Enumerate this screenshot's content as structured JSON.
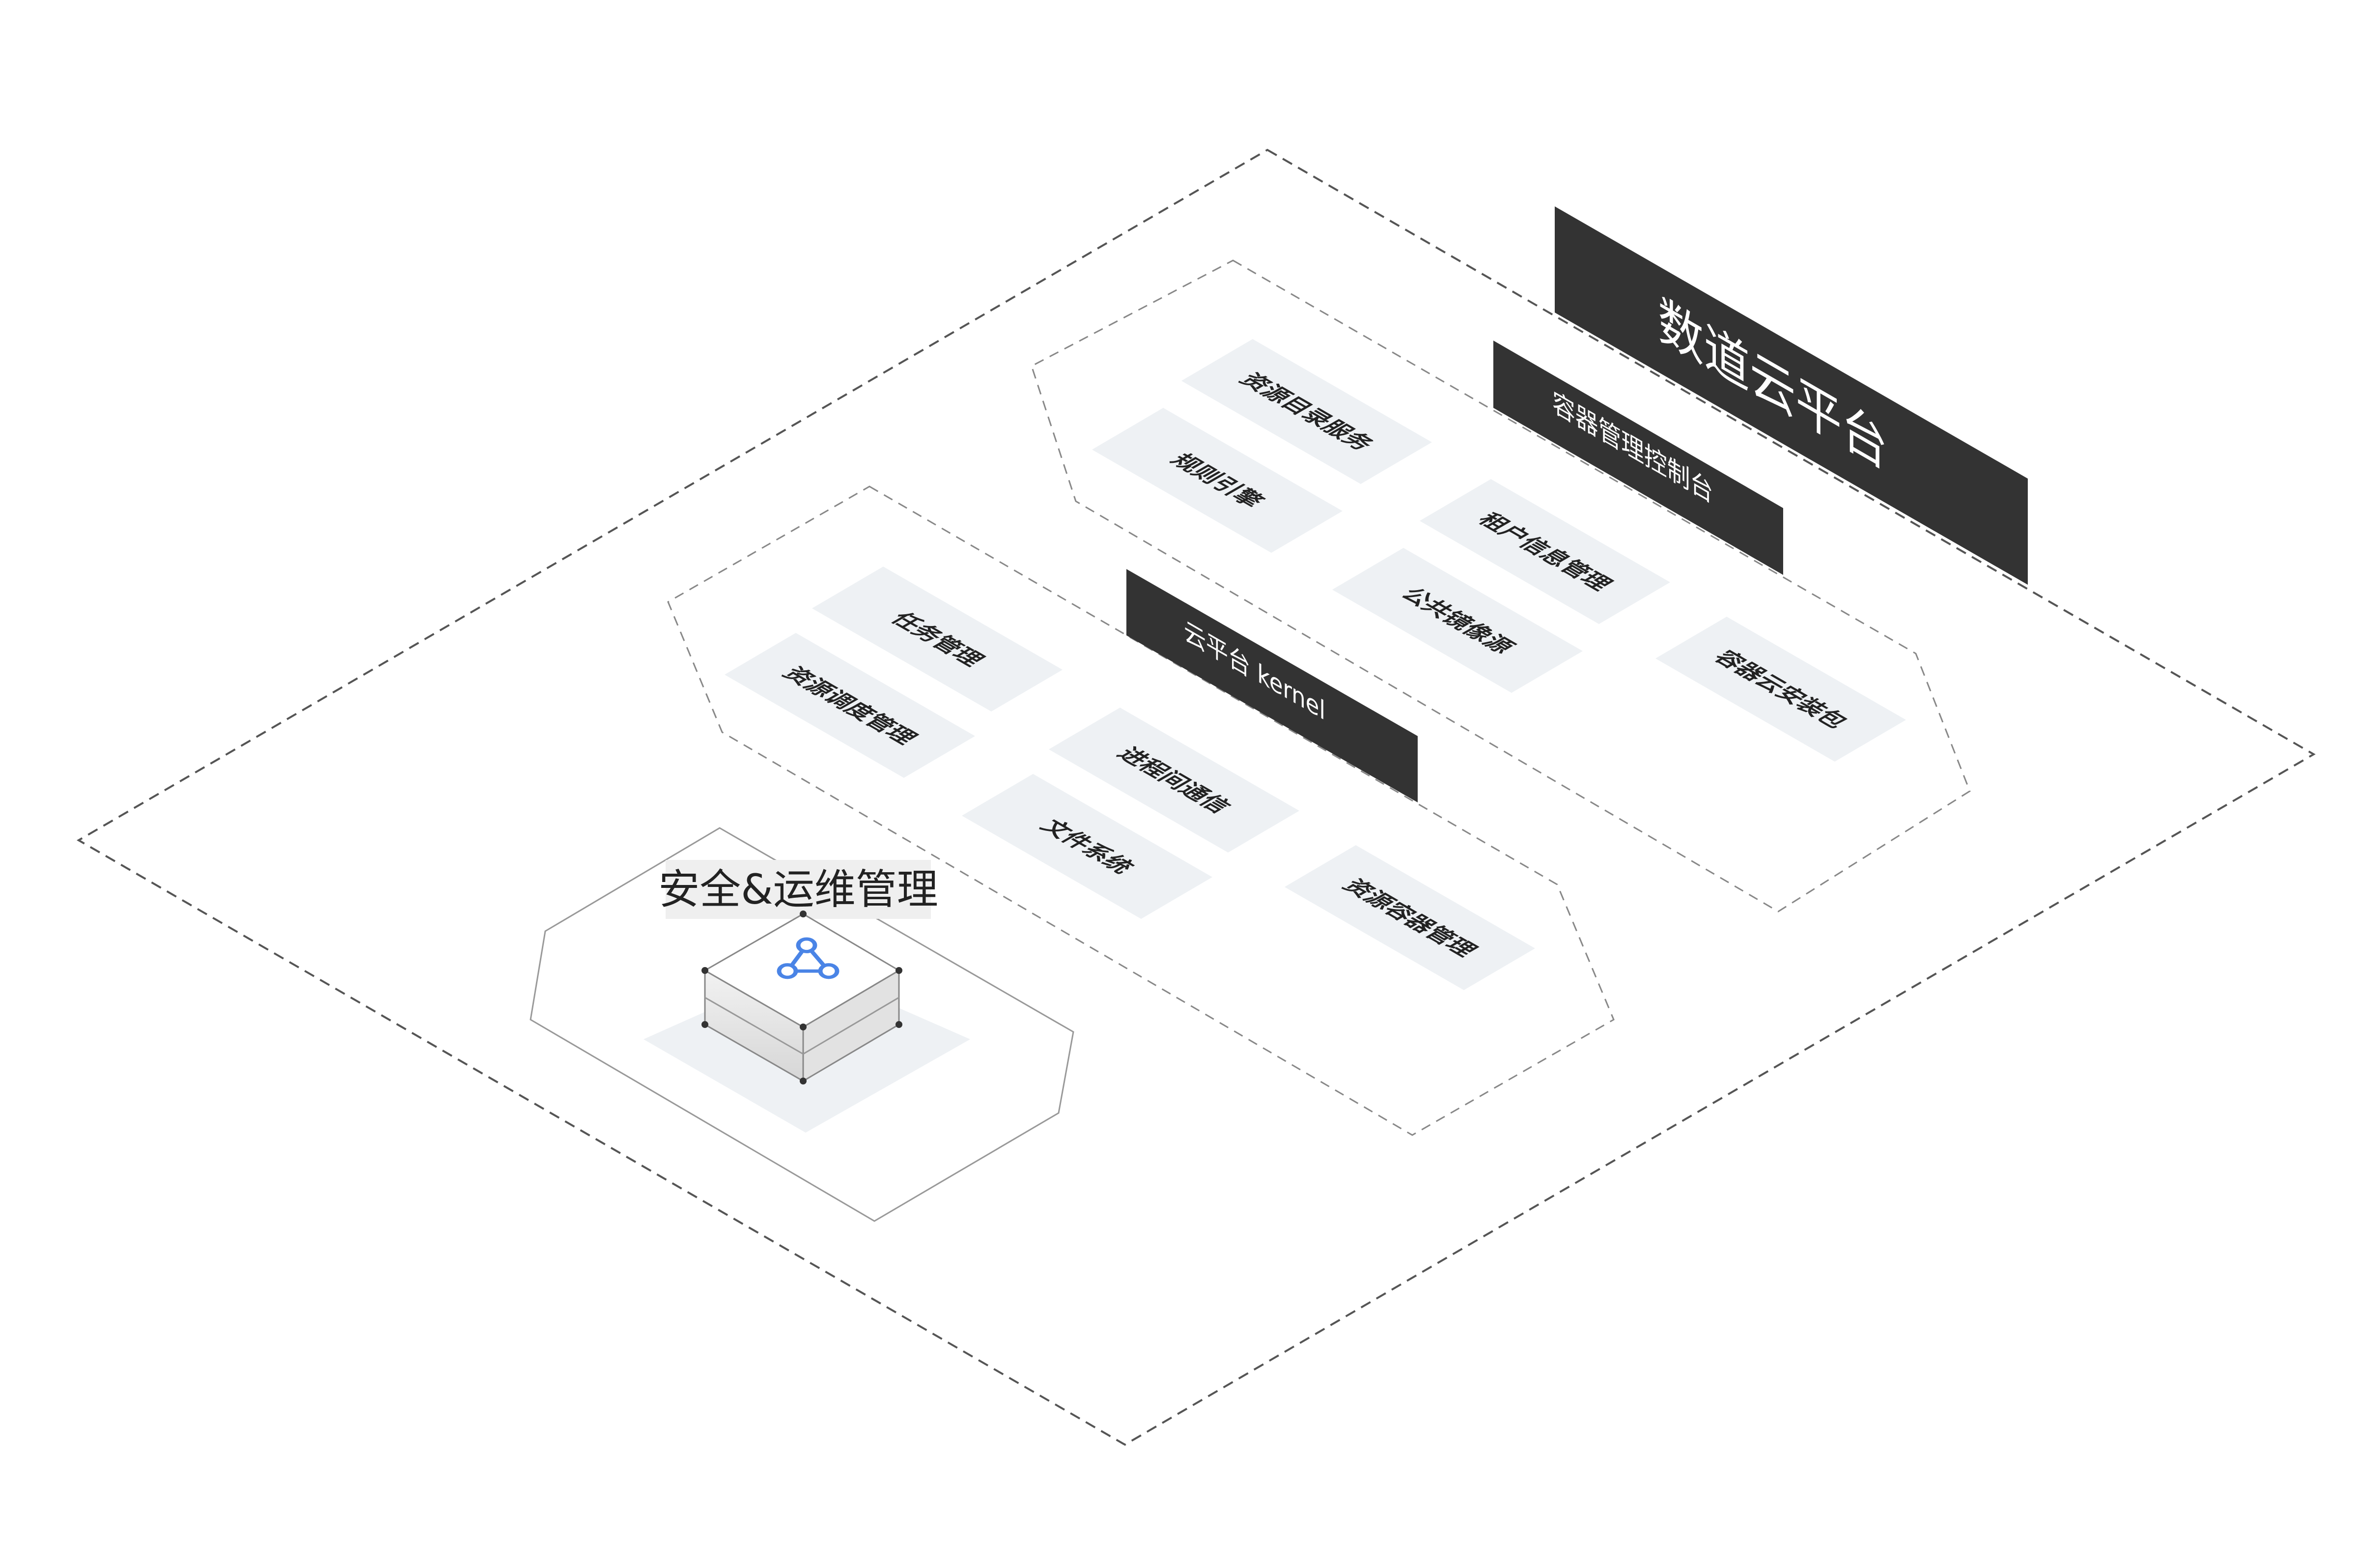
{
  "platform": {
    "title": "数道云平台"
  },
  "console": {
    "title": "容器管理控制台"
  },
  "kernel": {
    "title": "云平台 kernel"
  },
  "console_tiles": [
    "资源目录服务",
    "规则引擎",
    "租户信息管理",
    "公共镜像源",
    "容器云安装包"
  ],
  "kernel_tiles": [
    "任务管理",
    "资源调度管理",
    "进程间通信",
    "文件系统",
    "资源容器管理"
  ],
  "security": {
    "title": "安全&运维管理",
    "icon": "share-nodes-icon"
  },
  "colors": {
    "banner": "#333333",
    "tile": "#eef1f4",
    "icon": "#4a84e6",
    "line": "#555555"
  }
}
